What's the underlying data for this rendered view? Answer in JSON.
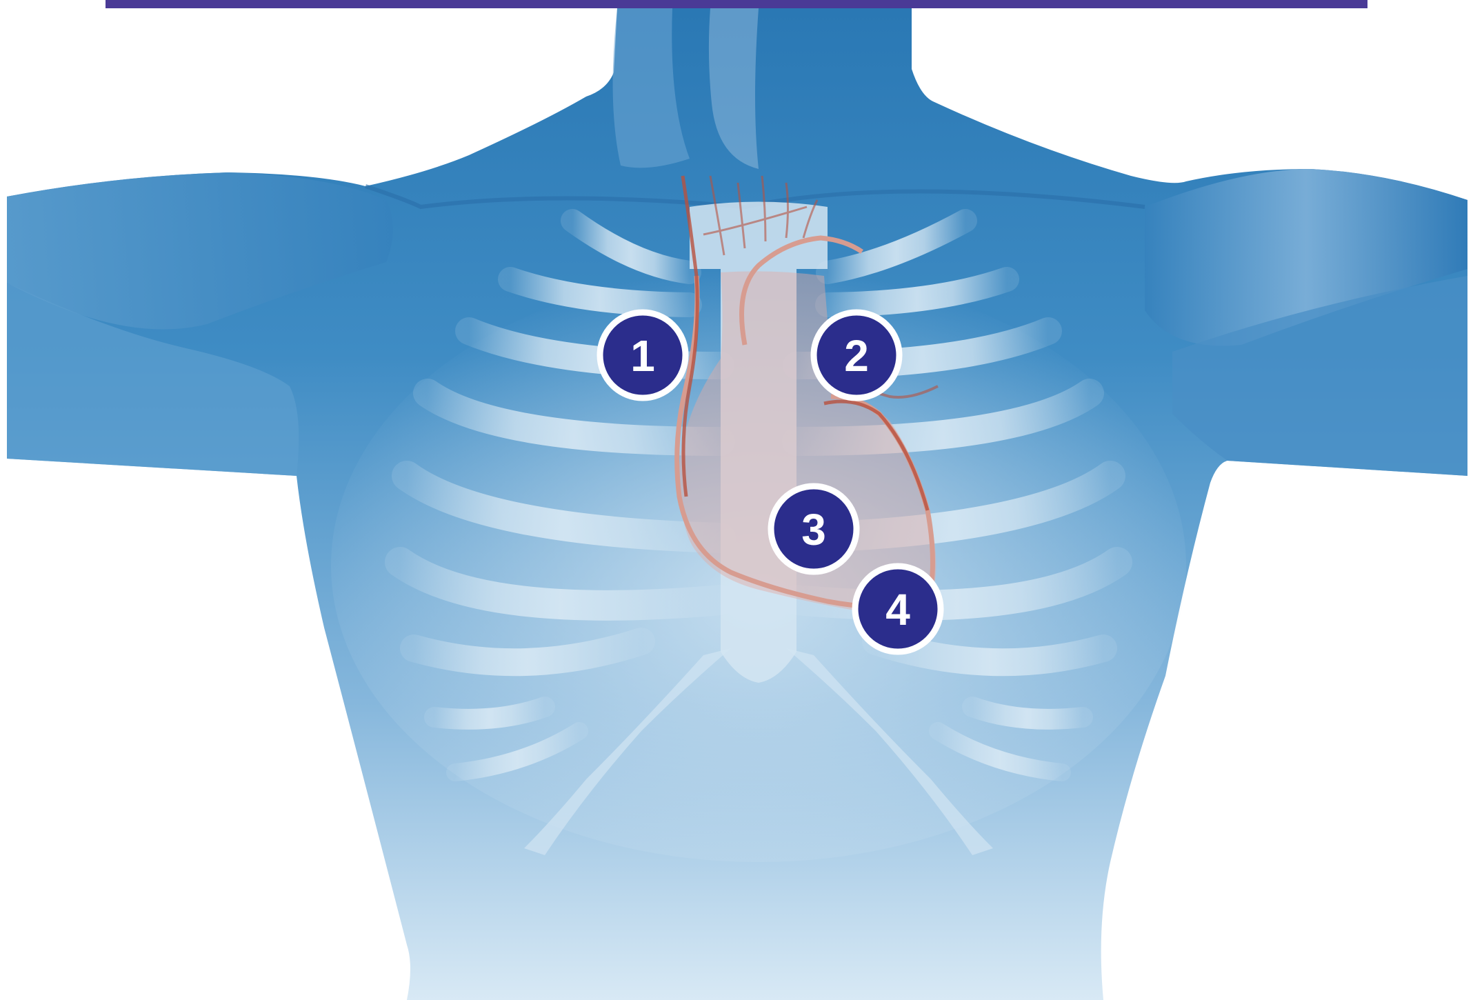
{
  "diagram": {
    "colors": {
      "top_bar": "#4a3a96",
      "body_dark": "#2e7bb5",
      "body_light": "#d6e8f4",
      "rib": "#cfe3f1",
      "heart": "#d9a79c",
      "vessel": "#b8513f",
      "marker_fill": "#2b2d8c",
      "marker_ring": "#ffffff"
    },
    "markers": [
      {
        "label": "1"
      },
      {
        "label": "2"
      },
      {
        "label": "3"
      },
      {
        "label": "4"
      }
    ]
  }
}
